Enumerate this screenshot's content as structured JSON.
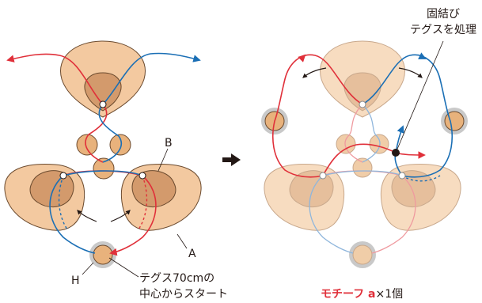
{
  "labels": {
    "b": "B",
    "a": "A",
    "h": "H",
    "start_line1": "テグス70cmの",
    "start_line2": "中心からスタート",
    "knot_line1": "固結び",
    "knot_line2": "テグスを処理"
  },
  "caption": {
    "motif_name": "モチーフ a",
    "count": "×1個"
  },
  "colors": {
    "red_thread": "#e0303a",
    "blue_thread": "#1b6fb5",
    "petal_fill": "#f3c9a0",
    "petal_inner": "#d39a6c",
    "bead_fill": "#e8b27c",
    "gray_ring": "#b8b8b8",
    "caption_red": "#e0303a"
  },
  "icons": {
    "arrow_between": "right-arrow-icon"
  }
}
